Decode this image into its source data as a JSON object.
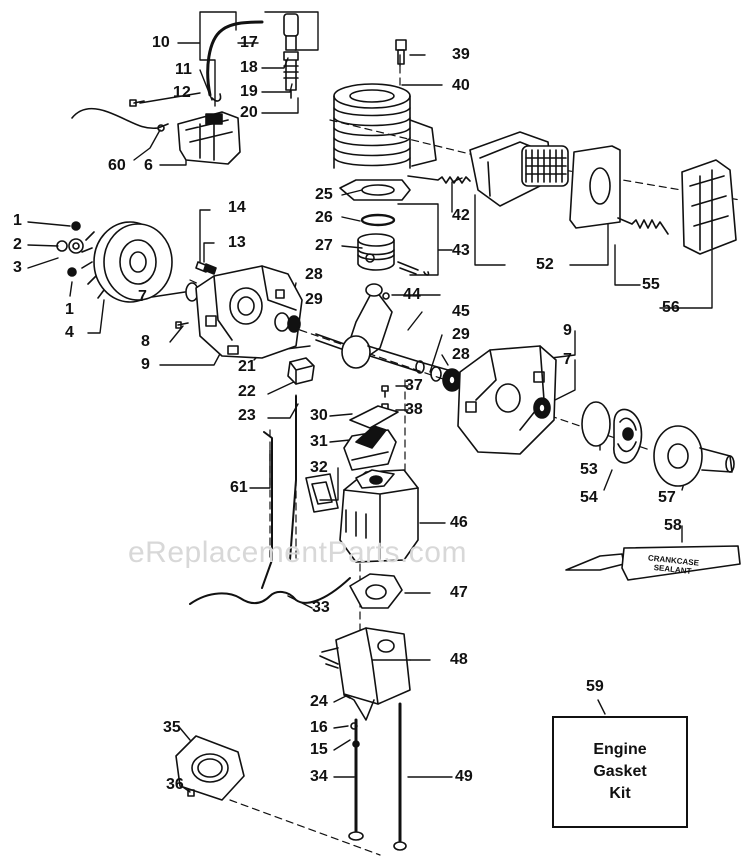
{
  "watermark": "eReplacementParts.com",
  "labels": {
    "l10": "10",
    "l17": "17",
    "l11": "11",
    "l18": "18",
    "l12": "12",
    "l19": "19",
    "l20": "20",
    "l60": "60",
    "l6": "6",
    "l39": "39",
    "l40": "40",
    "l25": "25",
    "l42": "42",
    "l26": "26",
    "l27": "27",
    "l43": "43",
    "l52": "52",
    "l55": "55",
    "l56": "56",
    "l1a": "1",
    "l2": "2",
    "l3": "3",
    "l1b": "1",
    "l4": "4",
    "l14": "14",
    "l13": "13",
    "l7a": "7",
    "l28a": "28",
    "l29a": "29",
    "l8": "8",
    "l9a": "9",
    "l21": "21",
    "l44": "44",
    "l45": "45",
    "l29b": "29",
    "l28b": "28",
    "l9b": "9",
    "l7b": "7",
    "l22": "22",
    "l37": "37",
    "l23": "23",
    "l38": "38",
    "l30": "30",
    "l31": "31",
    "l53": "53",
    "l54": "54",
    "l57": "57",
    "l58": "58",
    "l61": "61",
    "l32": "32",
    "l46": "46",
    "l33": "33",
    "l47": "47",
    "l48": "48",
    "l59": "59",
    "l24": "24",
    "l35": "35",
    "l16": "16",
    "l15": "15",
    "l34": "34",
    "l49": "49",
    "l36": "36"
  },
  "kit": {
    "line1": "Engine",
    "line2": "Gasket",
    "line3": "Kit"
  },
  "sealant": {
    "line1": "CRANKCASE",
    "line2": "SEALANT"
  }
}
